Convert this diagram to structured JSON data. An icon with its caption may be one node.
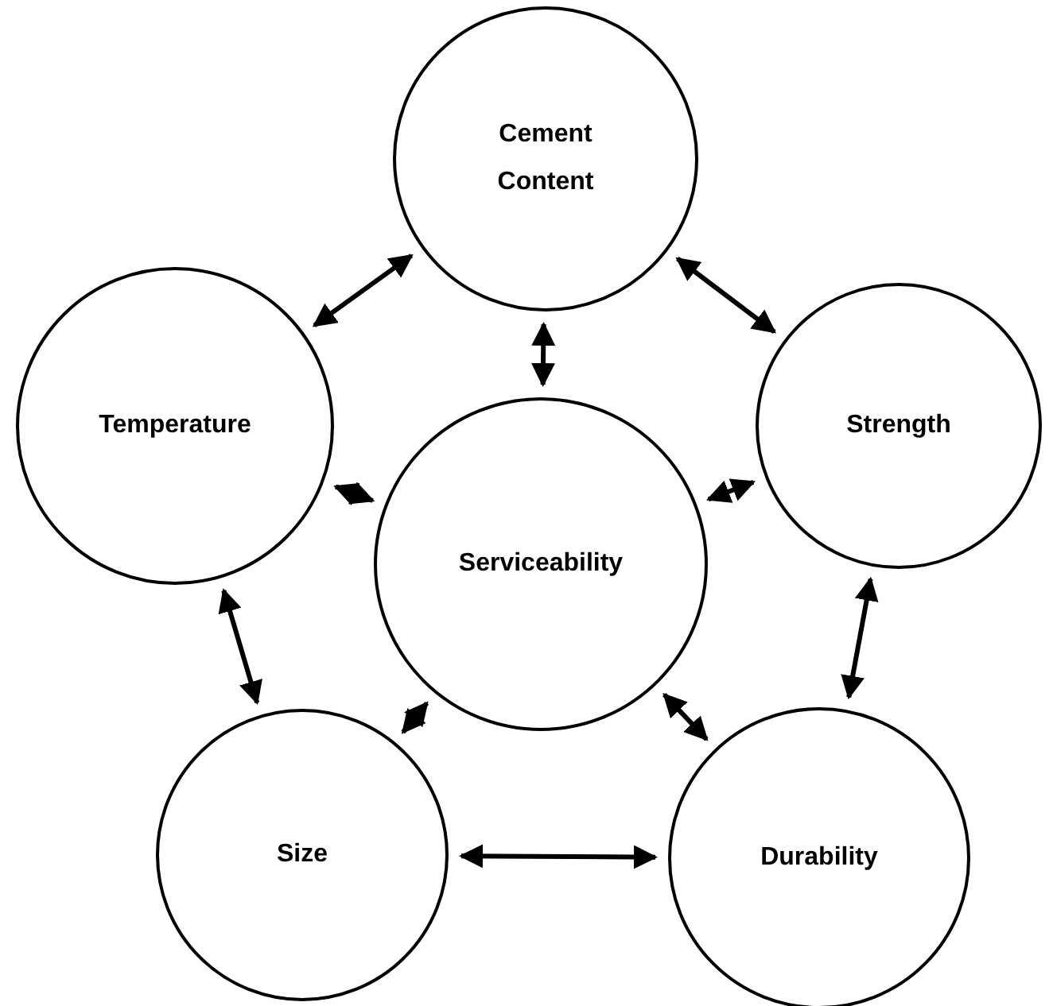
{
  "diagram": {
    "nodes": [
      {
        "text": [
          "Cement Content"
        ]
      },
      {
        "text": [
          "Temperature"
        ]
      },
      {
        "text": [
          "Strength"
        ]
      },
      {
        "text": [
          "Serviceability"
        ]
      },
      {
        "text": [
          "Size"
        ]
      },
      {
        "text": [
          "Durability"
        ]
      }
    ],
    "edges": [
      {
        "from": 1,
        "to": 0,
        "arrow": "both"
      },
      {
        "from": 0,
        "to": 2,
        "arrow": "both"
      },
      {
        "from": 0,
        "to": 3,
        "arrow": "both"
      },
      {
        "from": 1,
        "to": 3,
        "arrow": "both"
      },
      {
        "from": 3,
        "to": 2,
        "arrow": "both"
      },
      {
        "from": 1,
        "to": 4,
        "arrow": "both"
      },
      {
        "from": 3,
        "to": 4,
        "arrow": "both"
      },
      {
        "from": 3,
        "to": 5,
        "arrow": "both"
      },
      {
        "from": 2,
        "to": 5,
        "arrow": "both"
      },
      {
        "from": 4,
        "to": 5,
        "arrow": "both"
      }
    ]
  }
}
